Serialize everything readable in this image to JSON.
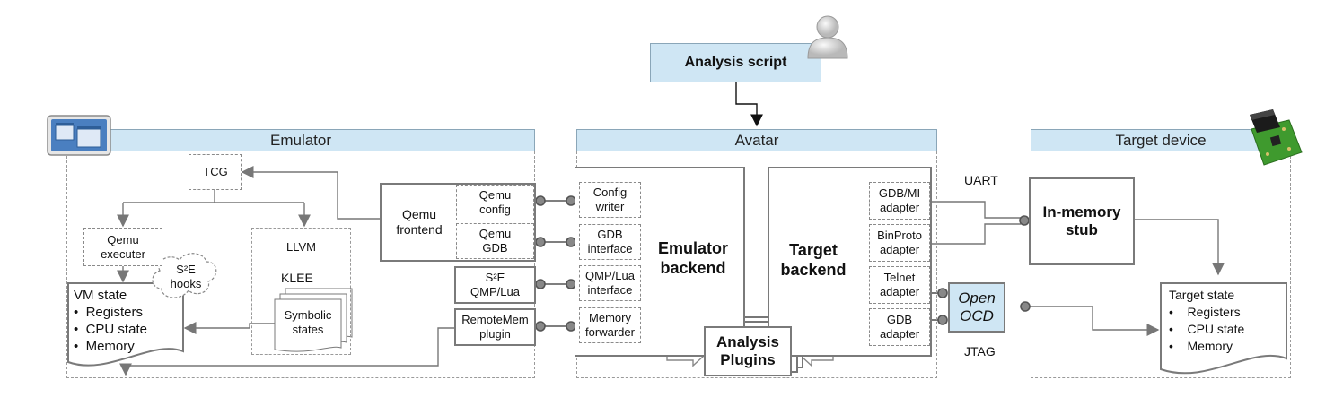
{
  "analysis_script": "Analysis script",
  "bands": {
    "emulator": "Emulator",
    "avatar": "Avatar",
    "target_device": "Target device"
  },
  "emulator": {
    "tcg": "TCG",
    "qemu_executer": "Qemu\nexecuter",
    "llvm": "LLVM",
    "klee": "KLEE",
    "symbolic_states": "Symbolic\nstates",
    "s2e_hooks": "S²E\nhooks",
    "vm_state": {
      "title": "VM state",
      "items": [
        "Registers",
        "CPU state",
        "Memory"
      ]
    },
    "qemu_frontend": "Qemu\nfrontend",
    "qemu_config": "Qemu\nconfig",
    "qemu_gdb": "Qemu\nGDB",
    "s2e_qmp_lua": "S²E\nQMP/Lua",
    "remotemem_plugin": "RemoteMem\nplugin"
  },
  "avatar": {
    "config_writer": "Config\nwriter",
    "gdb_interface": "GDB\ninterface",
    "qmp_lua_interface": "QMP/Lua\ninterface",
    "memory_forwarder": "Memory\nforwarder",
    "emulator_backend": "Emulator\nbackend",
    "target_backend": "Target\nbackend",
    "analysis_plugins": "Analysis\nPlugins",
    "gdbmi_adapter": "GDB/MI\nadapter",
    "binproto_adapter": "BinProto\nadapter",
    "telnet_adapter": "Telnet\nadapter",
    "gdb_adapter": "GDB\nadapter"
  },
  "links": {
    "uart": "UART",
    "jtag": "JTAG",
    "openocd": "Open\nOCD"
  },
  "target": {
    "stub": "In-memory\nstub",
    "state": {
      "title": "Target state",
      "items": [
        "Registers",
        "CPU state",
        "Memory"
      ]
    }
  },
  "icons": [
    "user-icon",
    "window-icon",
    "circuit-board-icon"
  ],
  "colors": {
    "band": "#cfe6f4",
    "border": "#7a7a7a"
  }
}
